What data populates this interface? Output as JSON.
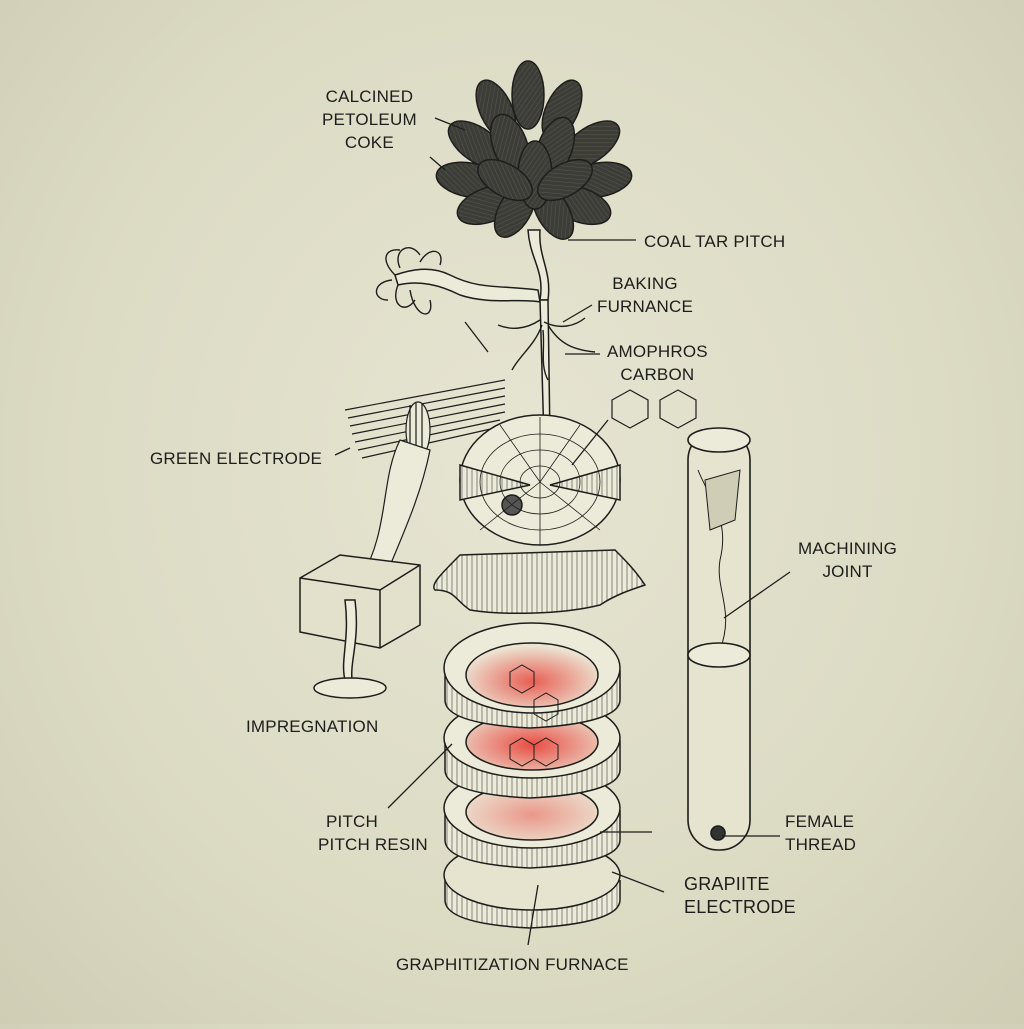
{
  "diagram": {
    "title": "Graphite electrode manufacturing process (botanical-style illustration)",
    "labels": {
      "calcined_petroleum_coke": [
        "CALCINED",
        "PETOLEUM",
        "COKE"
      ],
      "coal_tar_pitch": [
        "COAL TAR PITCH"
      ],
      "baking_furnace": [
        "BAKING",
        "FURNANCE"
      ],
      "amorphous_carbon": [
        "AMOPHROS",
        "CARBON"
      ],
      "green_electrode": [
        "GREEN ELECTRODE"
      ],
      "machining_joint": [
        "MACHINING",
        "JOINT"
      ],
      "impregnation": [
        "IMPREGNATION"
      ],
      "pitch_resin": [
        "PITCH",
        "PITCH RESIN"
      ],
      "female_thread": [
        "FEMALE",
        "THREAD"
      ],
      "graphite_electrode": [
        "GRAPIITE",
        "ELECTRODE"
      ],
      "graphitization_furnace": [
        "GRAPHITIZATION FURNACE"
      ]
    },
    "colors": {
      "background": "#dcdbc4",
      "ink": "#1d1d1b",
      "leaf_fill": "#3d3d38",
      "heat_red": "#e8453c",
      "paper_light": "#ecebd9"
    }
  }
}
